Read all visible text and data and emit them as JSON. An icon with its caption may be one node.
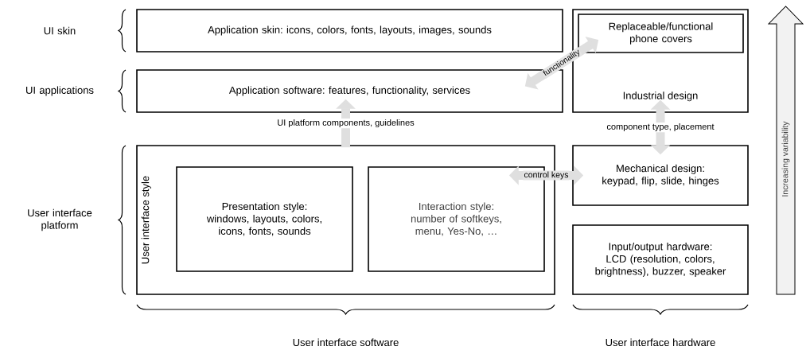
{
  "diagram": {
    "nodes": [
      {
        "text": [
          "Application skin: icons, colors, fonts, layouts, images, sounds"
        ]
      },
      {
        "text": [
          "Application software: features, functionality, services"
        ]
      },
      {
        "text": [
          "User interface style"
        ]
      },
      {
        "text": [
          "Presentation style: windows, layouts, colors, icons, fonts, sounds"
        ],
        "in": 2
      },
      {
        "text": [
          "Interaction style: number of softkeys, menu, Yes-No, …"
        ],
        "in": 2
      },
      {
        "text": [
          "Industrial design"
        ]
      },
      {
        "text": [
          "Replaceable/functional phone covers"
        ],
        "in": 5
      },
      {
        "text": [
          "Mechanical design: keypad, flip, slide, hinges"
        ]
      },
      {
        "text": [
          "Input/output hardware: LCD (resolution, colors, brightness), buzzer, speaker"
        ]
      }
    ],
    "edges": [
      {
        "from": 2,
        "to": 1,
        "arrow": "to",
        "label": "UI platform components, guidelines"
      },
      {
        "from": 1,
        "to": 6,
        "arrow": "both",
        "label": "functionality"
      },
      {
        "from": 5,
        "to": 7,
        "arrow": "both",
        "label": "component type, placement"
      },
      {
        "from": 4,
        "to": 7,
        "arrow": "both",
        "label": "control keys"
      }
    ],
    "labels": [
      "UI skin",
      "UI applications",
      "User interface platform",
      "Increasing variability",
      "User interface software",
      "User interface hardware"
    ]
  }
}
